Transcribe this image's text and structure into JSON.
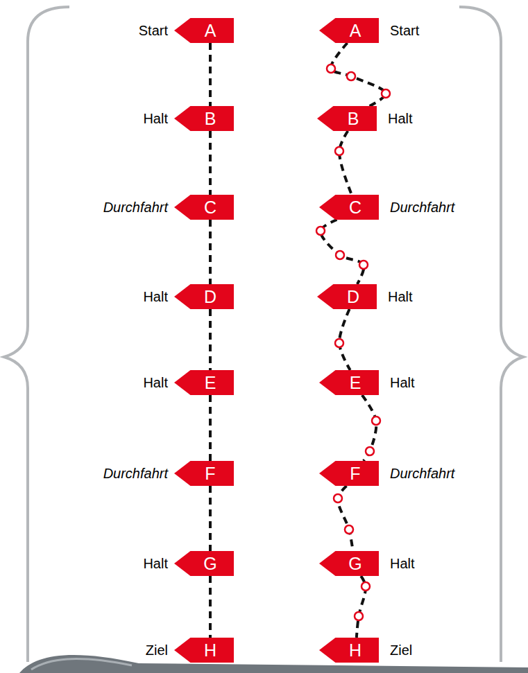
{
  "diagram": {
    "nodes": [
      {
        "text": [
          "Start",
          "A"
        ]
      },
      {
        "text": [
          "Halt",
          "B"
        ]
      },
      {
        "text": [
          "Durchfahrt",
          "C"
        ]
      },
      {
        "text": [
          "Halt",
          "D"
        ]
      },
      {
        "text": [
          "Halt",
          "E"
        ]
      },
      {
        "text": [
          "Durchfahrt",
          "F"
        ]
      },
      {
        "text": [
          "Halt",
          "G"
        ]
      },
      {
        "text": [
          "Ziel",
          "H"
        ]
      },
      {
        "text": [
          "A",
          "Start"
        ]
      },
      {
        "text": [
          "B",
          "Halt"
        ]
      },
      {
        "text": [
          "C",
          "Durchfahrt"
        ]
      },
      {
        "text": [
          "D",
          "Halt"
        ]
      },
      {
        "text": [
          "E",
          "Halt"
        ]
      },
      {
        "text": [
          "F",
          "Durchfahrt"
        ]
      },
      {
        "text": [
          "G",
          "Halt"
        ]
      },
      {
        "text": [
          "H",
          "Ziel"
        ]
      }
    ],
    "edges": [
      {
        "from": 0,
        "to": 1,
        "arrow": "none"
      },
      {
        "from": 1,
        "to": 2,
        "arrow": "none"
      },
      {
        "from": 2,
        "to": 3,
        "arrow": "none"
      },
      {
        "from": 3,
        "to": 4,
        "arrow": "none"
      },
      {
        "from": 4,
        "to": 5,
        "arrow": "none"
      },
      {
        "from": 5,
        "to": 6,
        "arrow": "none"
      },
      {
        "from": 6,
        "to": 7,
        "arrow": "none"
      },
      {
        "from": 8,
        "to": 9,
        "arrow": "none"
      },
      {
        "from": 9,
        "to": 10,
        "arrow": "none"
      },
      {
        "from": 10,
        "to": 11,
        "arrow": "none"
      },
      {
        "from": 11,
        "to": 12,
        "arrow": "none"
      },
      {
        "from": 12,
        "to": 13,
        "arrow": "none"
      },
      {
        "from": 13,
        "to": 14,
        "arrow": "none"
      },
      {
        "from": 14,
        "to": 15,
        "arrow": "none"
      }
    ]
  }
}
